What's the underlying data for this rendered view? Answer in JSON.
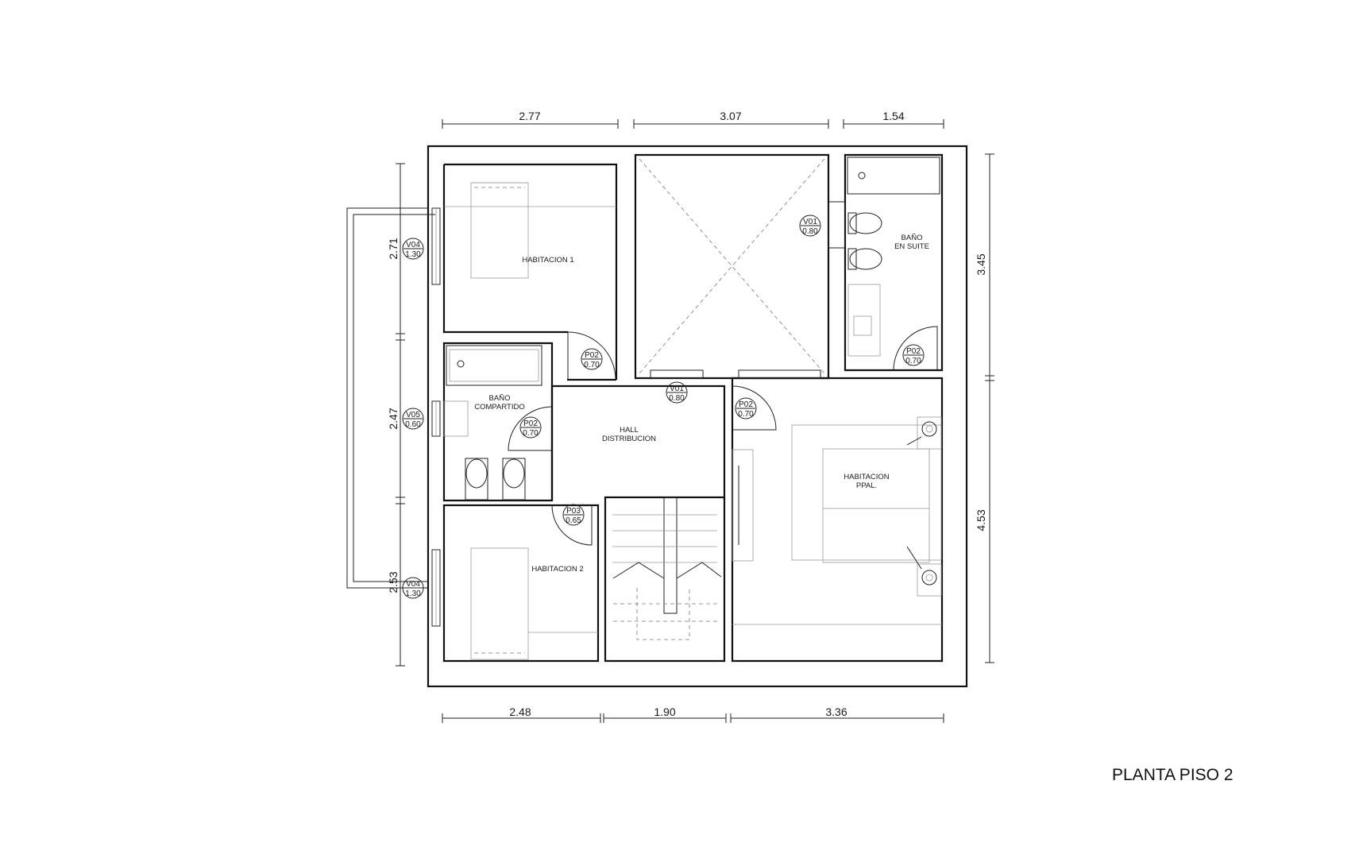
{
  "title": "PLANTA PISO 2",
  "dimensions": {
    "top": [
      "2.77",
      "3.07",
      "1.54"
    ],
    "bottom": [
      "2.48",
      "1.90",
      "3.36"
    ],
    "left": [
      "2.71",
      "2.47",
      "2.53"
    ],
    "right": [
      "3.45",
      "4.53"
    ]
  },
  "rooms": {
    "habitacion1": [
      "HABITACION  1"
    ],
    "bano_compartido": [
      "BAÑO",
      "COMPARTIDO"
    ],
    "hall": [
      "HALL",
      "DISTRIBUCION"
    ],
    "habitacion2": [
      "HABITACION  2"
    ],
    "bano_suite": [
      "BAÑO",
      "EN  SUITE"
    ],
    "habitacion_ppal": [
      "HABITACION",
      "PPAL."
    ]
  },
  "tags": {
    "v04_top": [
      "V04",
      "1.30"
    ],
    "v05": [
      "V05",
      "0.60"
    ],
    "v04_bottom": [
      "V04",
      "1.30"
    ],
    "v01_void": [
      "V01",
      "0.80"
    ],
    "v01_hall": [
      "V01",
      "0.80"
    ],
    "p02_hab1": [
      "P02",
      "0.70"
    ],
    "p02_bano": [
      "P02",
      "0.70"
    ],
    "p03_hab2": [
      "P03",
      "0.65"
    ],
    "p02_ppal": [
      "P02",
      "0.70"
    ],
    "p02_suite": [
      "P02",
      "0.70"
    ]
  }
}
